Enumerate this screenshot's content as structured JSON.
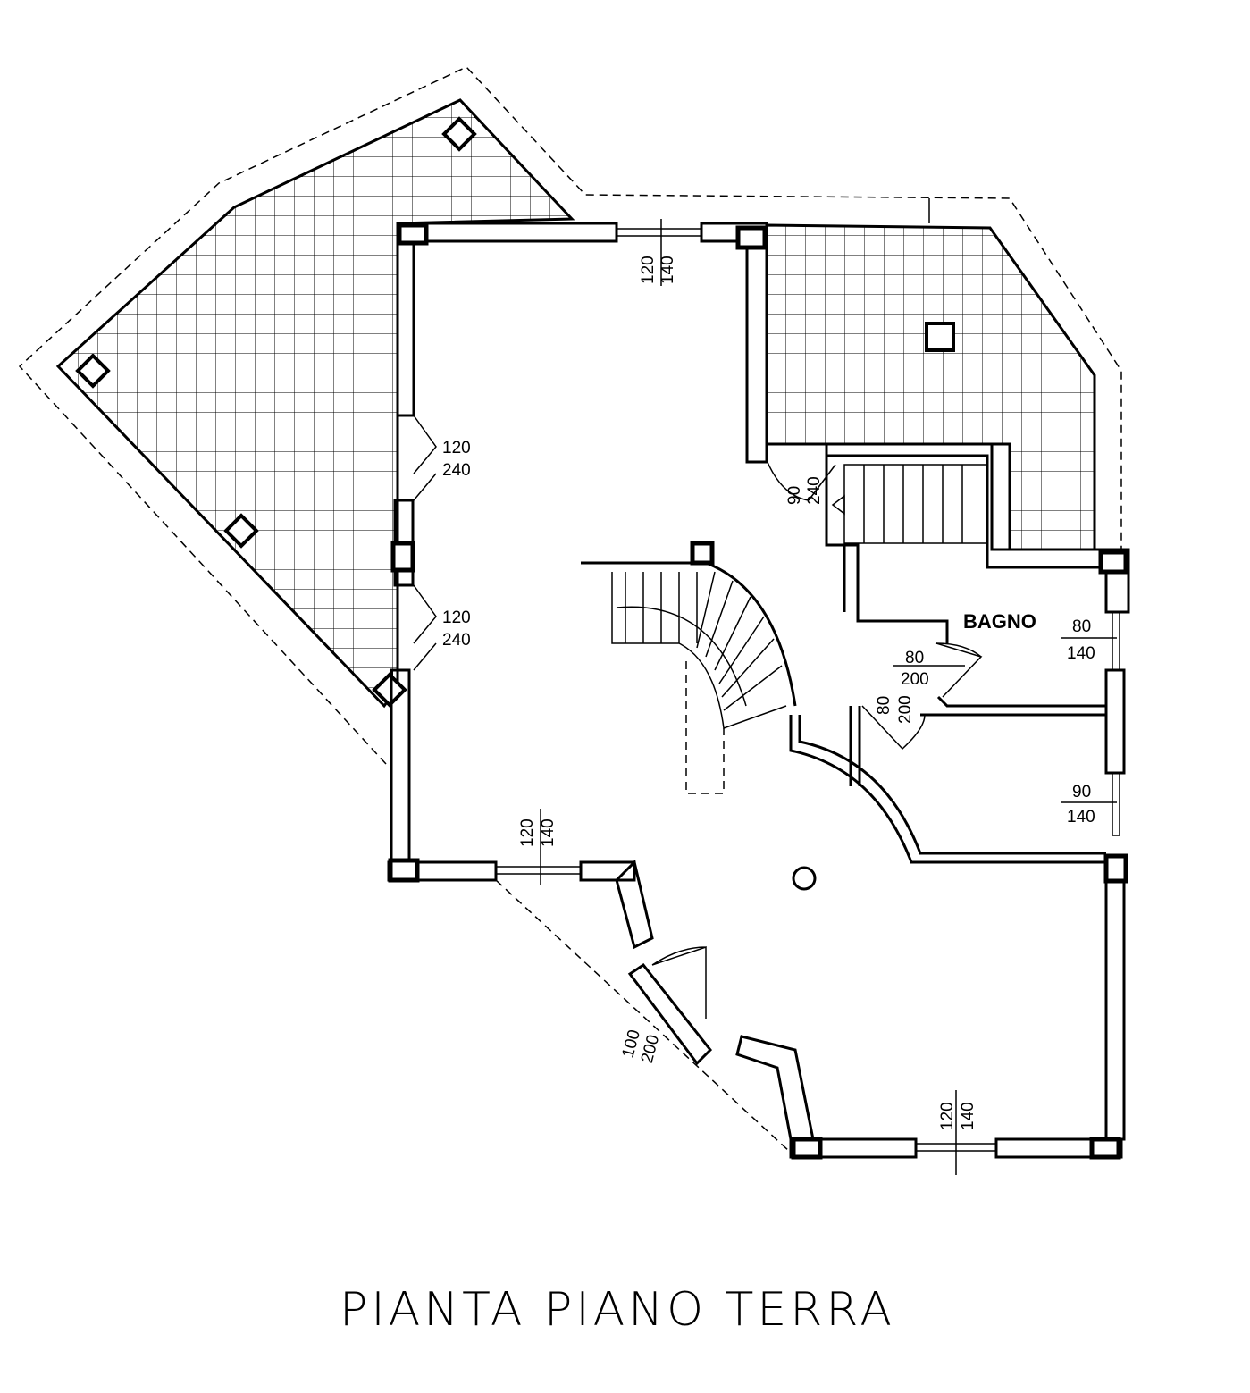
{
  "title": "PIANTA PIANO TERRA",
  "room_labels": {
    "bathroom": "BAGNO"
  },
  "openings": [
    {
      "id": "top-window",
      "width": "120",
      "height": "140"
    },
    {
      "id": "left-door-upper",
      "width": "120",
      "height": "240"
    },
    {
      "id": "left-door-lower",
      "width": "120",
      "height": "240"
    },
    {
      "id": "stair-door",
      "width": "90",
      "height": "240"
    },
    {
      "id": "bathroom-window",
      "width": "80",
      "height": "140"
    },
    {
      "id": "bathroom-door",
      "width": "80",
      "height": "200"
    },
    {
      "id": "room-door",
      "width": "80",
      "height": "200"
    },
    {
      "id": "right-window",
      "width": "90",
      "height": "140"
    },
    {
      "id": "bottom-left-window",
      "width": "120",
      "height": "140"
    },
    {
      "id": "entrance-door",
      "width": "100",
      "height": "200"
    },
    {
      "id": "bottom-window",
      "width": "120",
      "height": "140"
    }
  ]
}
